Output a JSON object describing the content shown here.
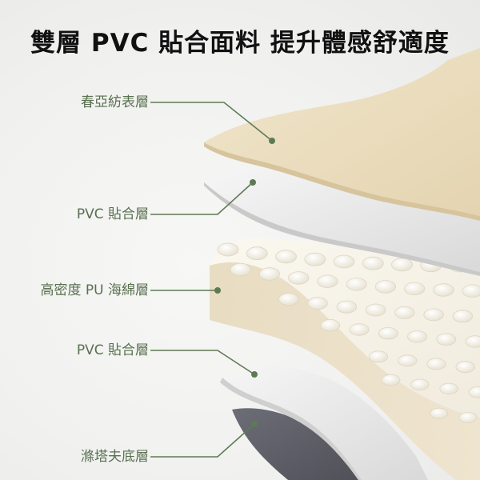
{
  "title": "雙層 PVC 貼合面料 提升體感舒適度",
  "layers": [
    {
      "name": "top-fabric",
      "label": "春亞紡表層",
      "color": "#eadcbd"
    },
    {
      "name": "pvc-upper",
      "label": "PVC 貼合層",
      "color": "#e6e6e6"
    },
    {
      "name": "pu-foam",
      "label": "高密度 PU 海綿層",
      "color": "#eee2cb"
    },
    {
      "name": "pvc-lower",
      "label": "PVC 貼合層",
      "color": "#dedede"
    },
    {
      "name": "polyester-base",
      "label": "滌塔夫底層",
      "color": "#5a5b64"
    }
  ],
  "accent_color": "#5e7a55"
}
